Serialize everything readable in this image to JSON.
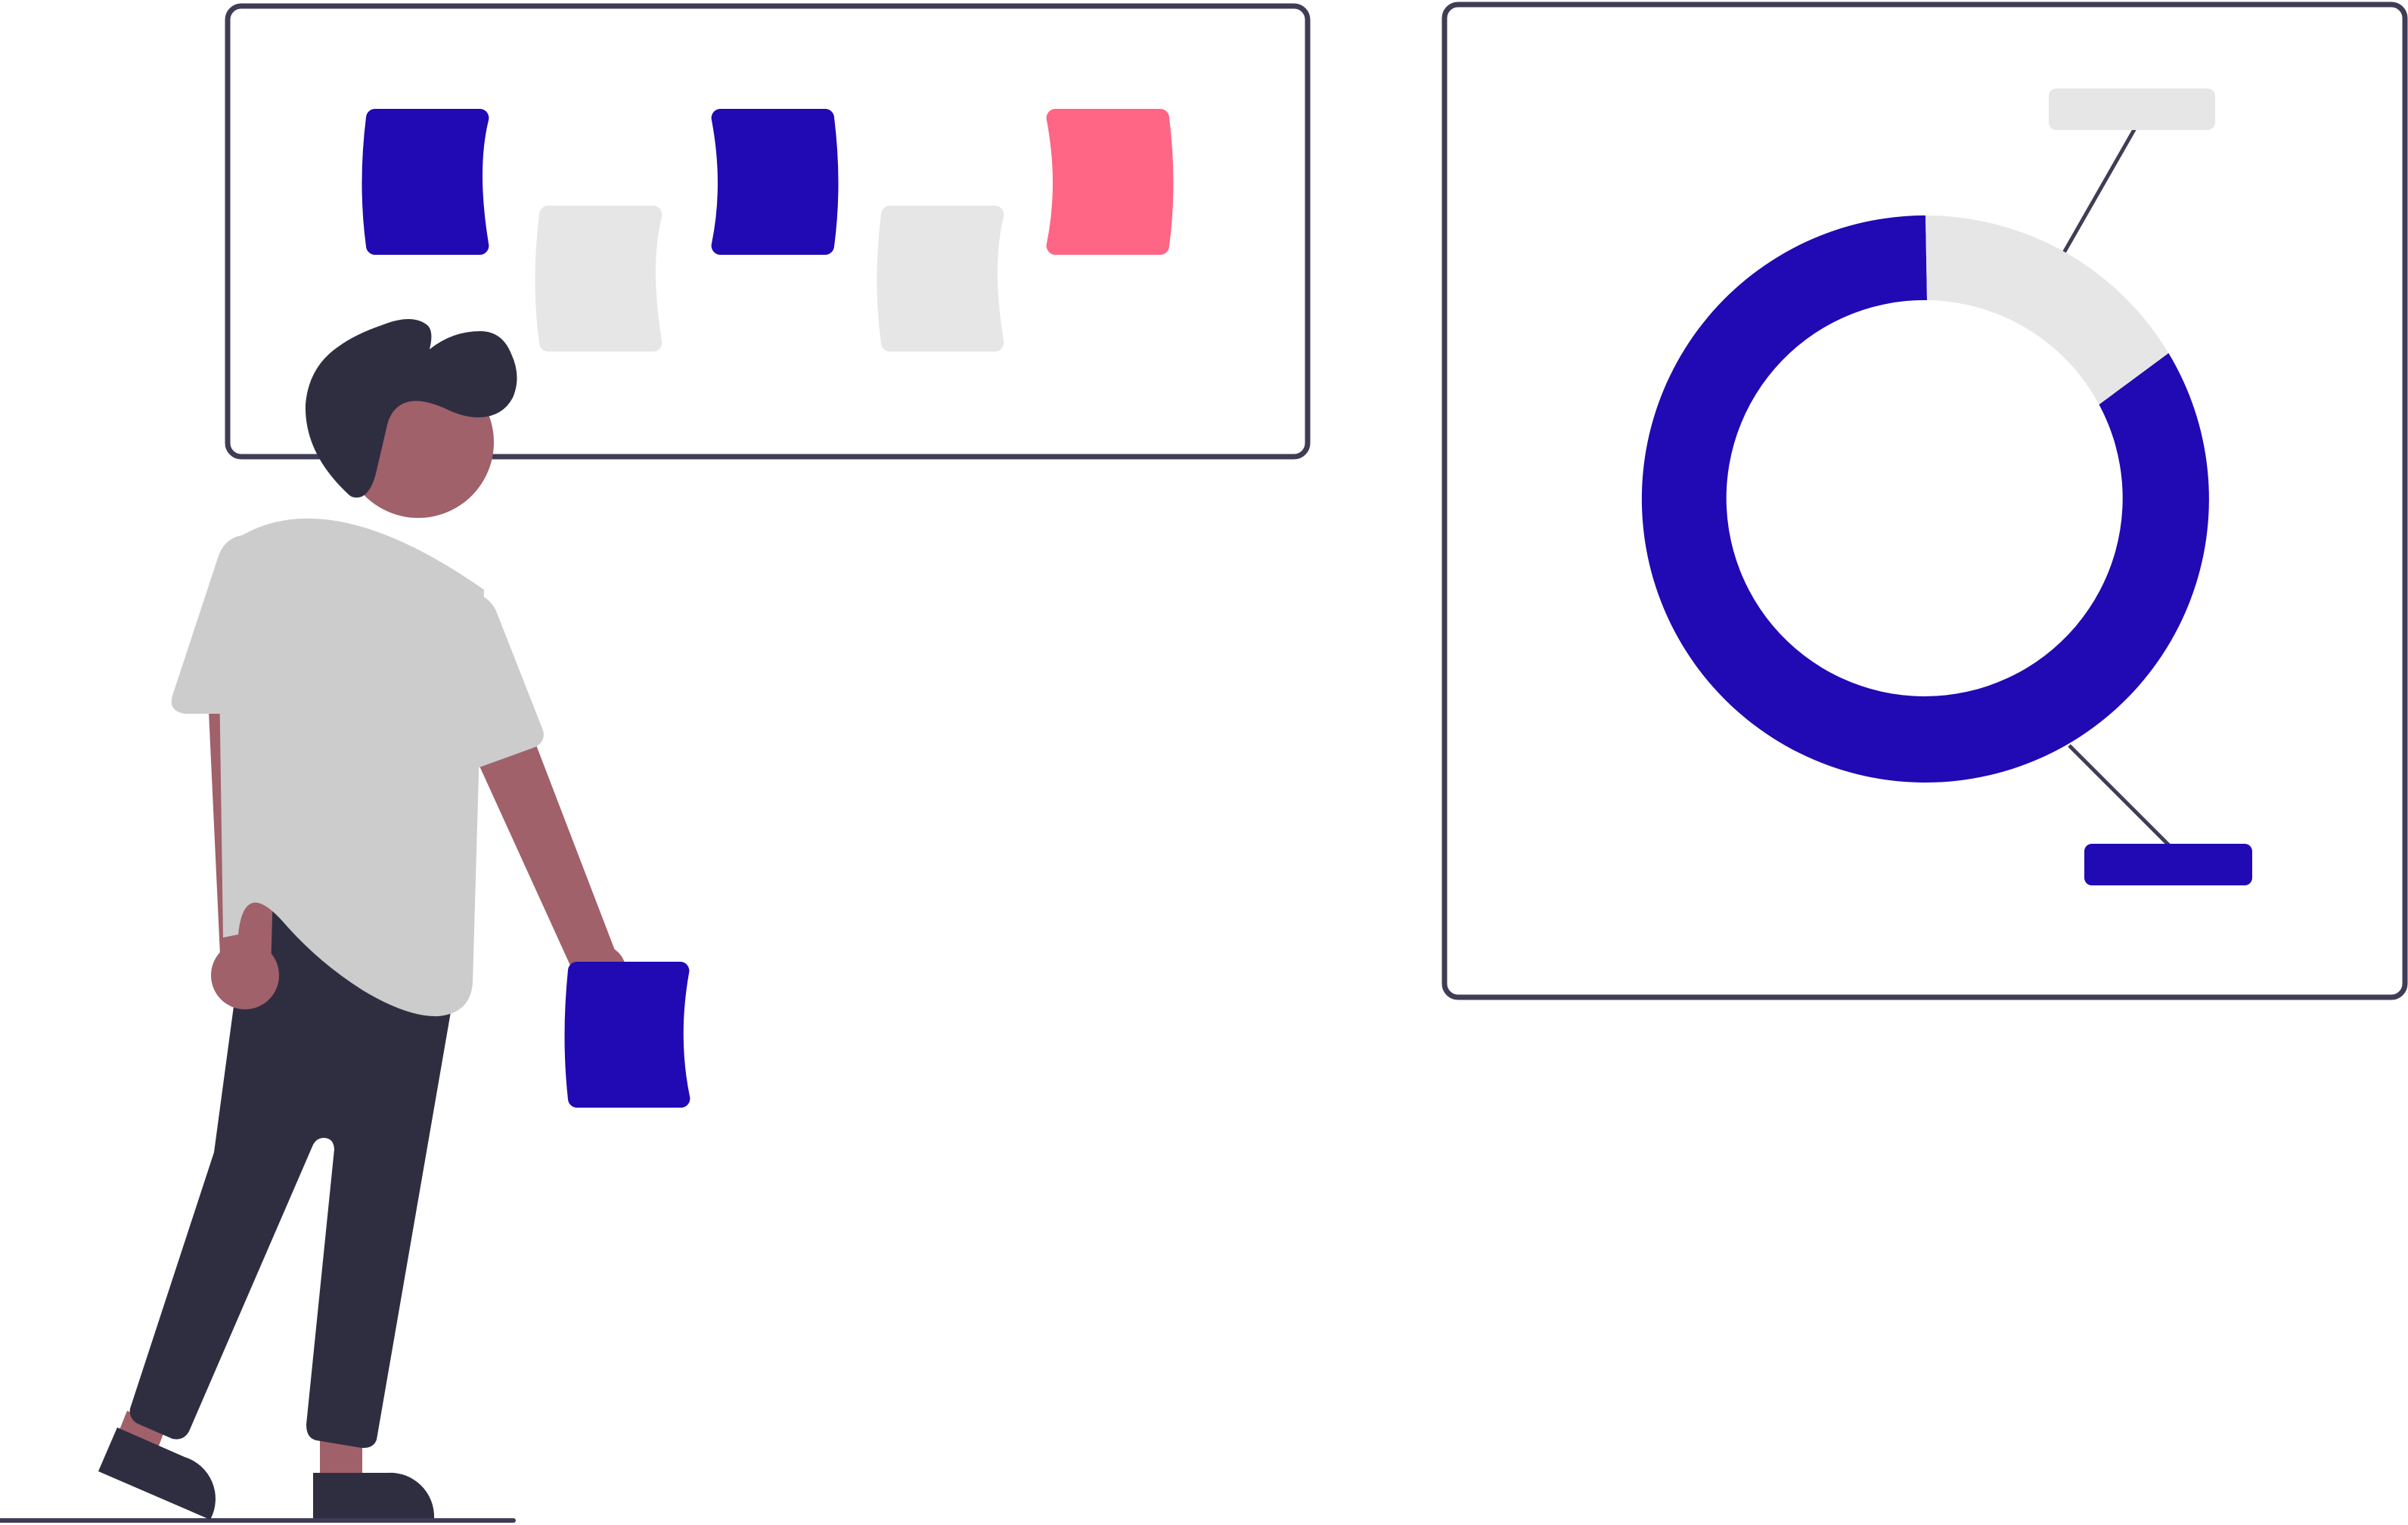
{
  "illustration": {
    "colors": {
      "frame_stroke": "#3f3d56",
      "primary": "#2109b4",
      "accent": "#ff6584",
      "muted": "#e6e6e6",
      "shirt": "#cccccc",
      "skin": "#a0616a",
      "hair_and_pants": "#2f2e41",
      "ground": "#3f3d56"
    },
    "kanban_board": {
      "cards": [
        {
          "color": "primary"
        },
        {
          "color": "muted"
        },
        {
          "color": "primary"
        },
        {
          "color": "muted"
        },
        {
          "color": "accent"
        }
      ]
    },
    "donut_chart": {
      "segments": [
        {
          "color": "primary",
          "share": 0.82
        },
        {
          "color": "muted",
          "share": 0.18
        }
      ],
      "label_tags": [
        {
          "color": "muted"
        },
        {
          "color": "primary"
        }
      ]
    },
    "person": {
      "holding": "primary card"
    }
  }
}
